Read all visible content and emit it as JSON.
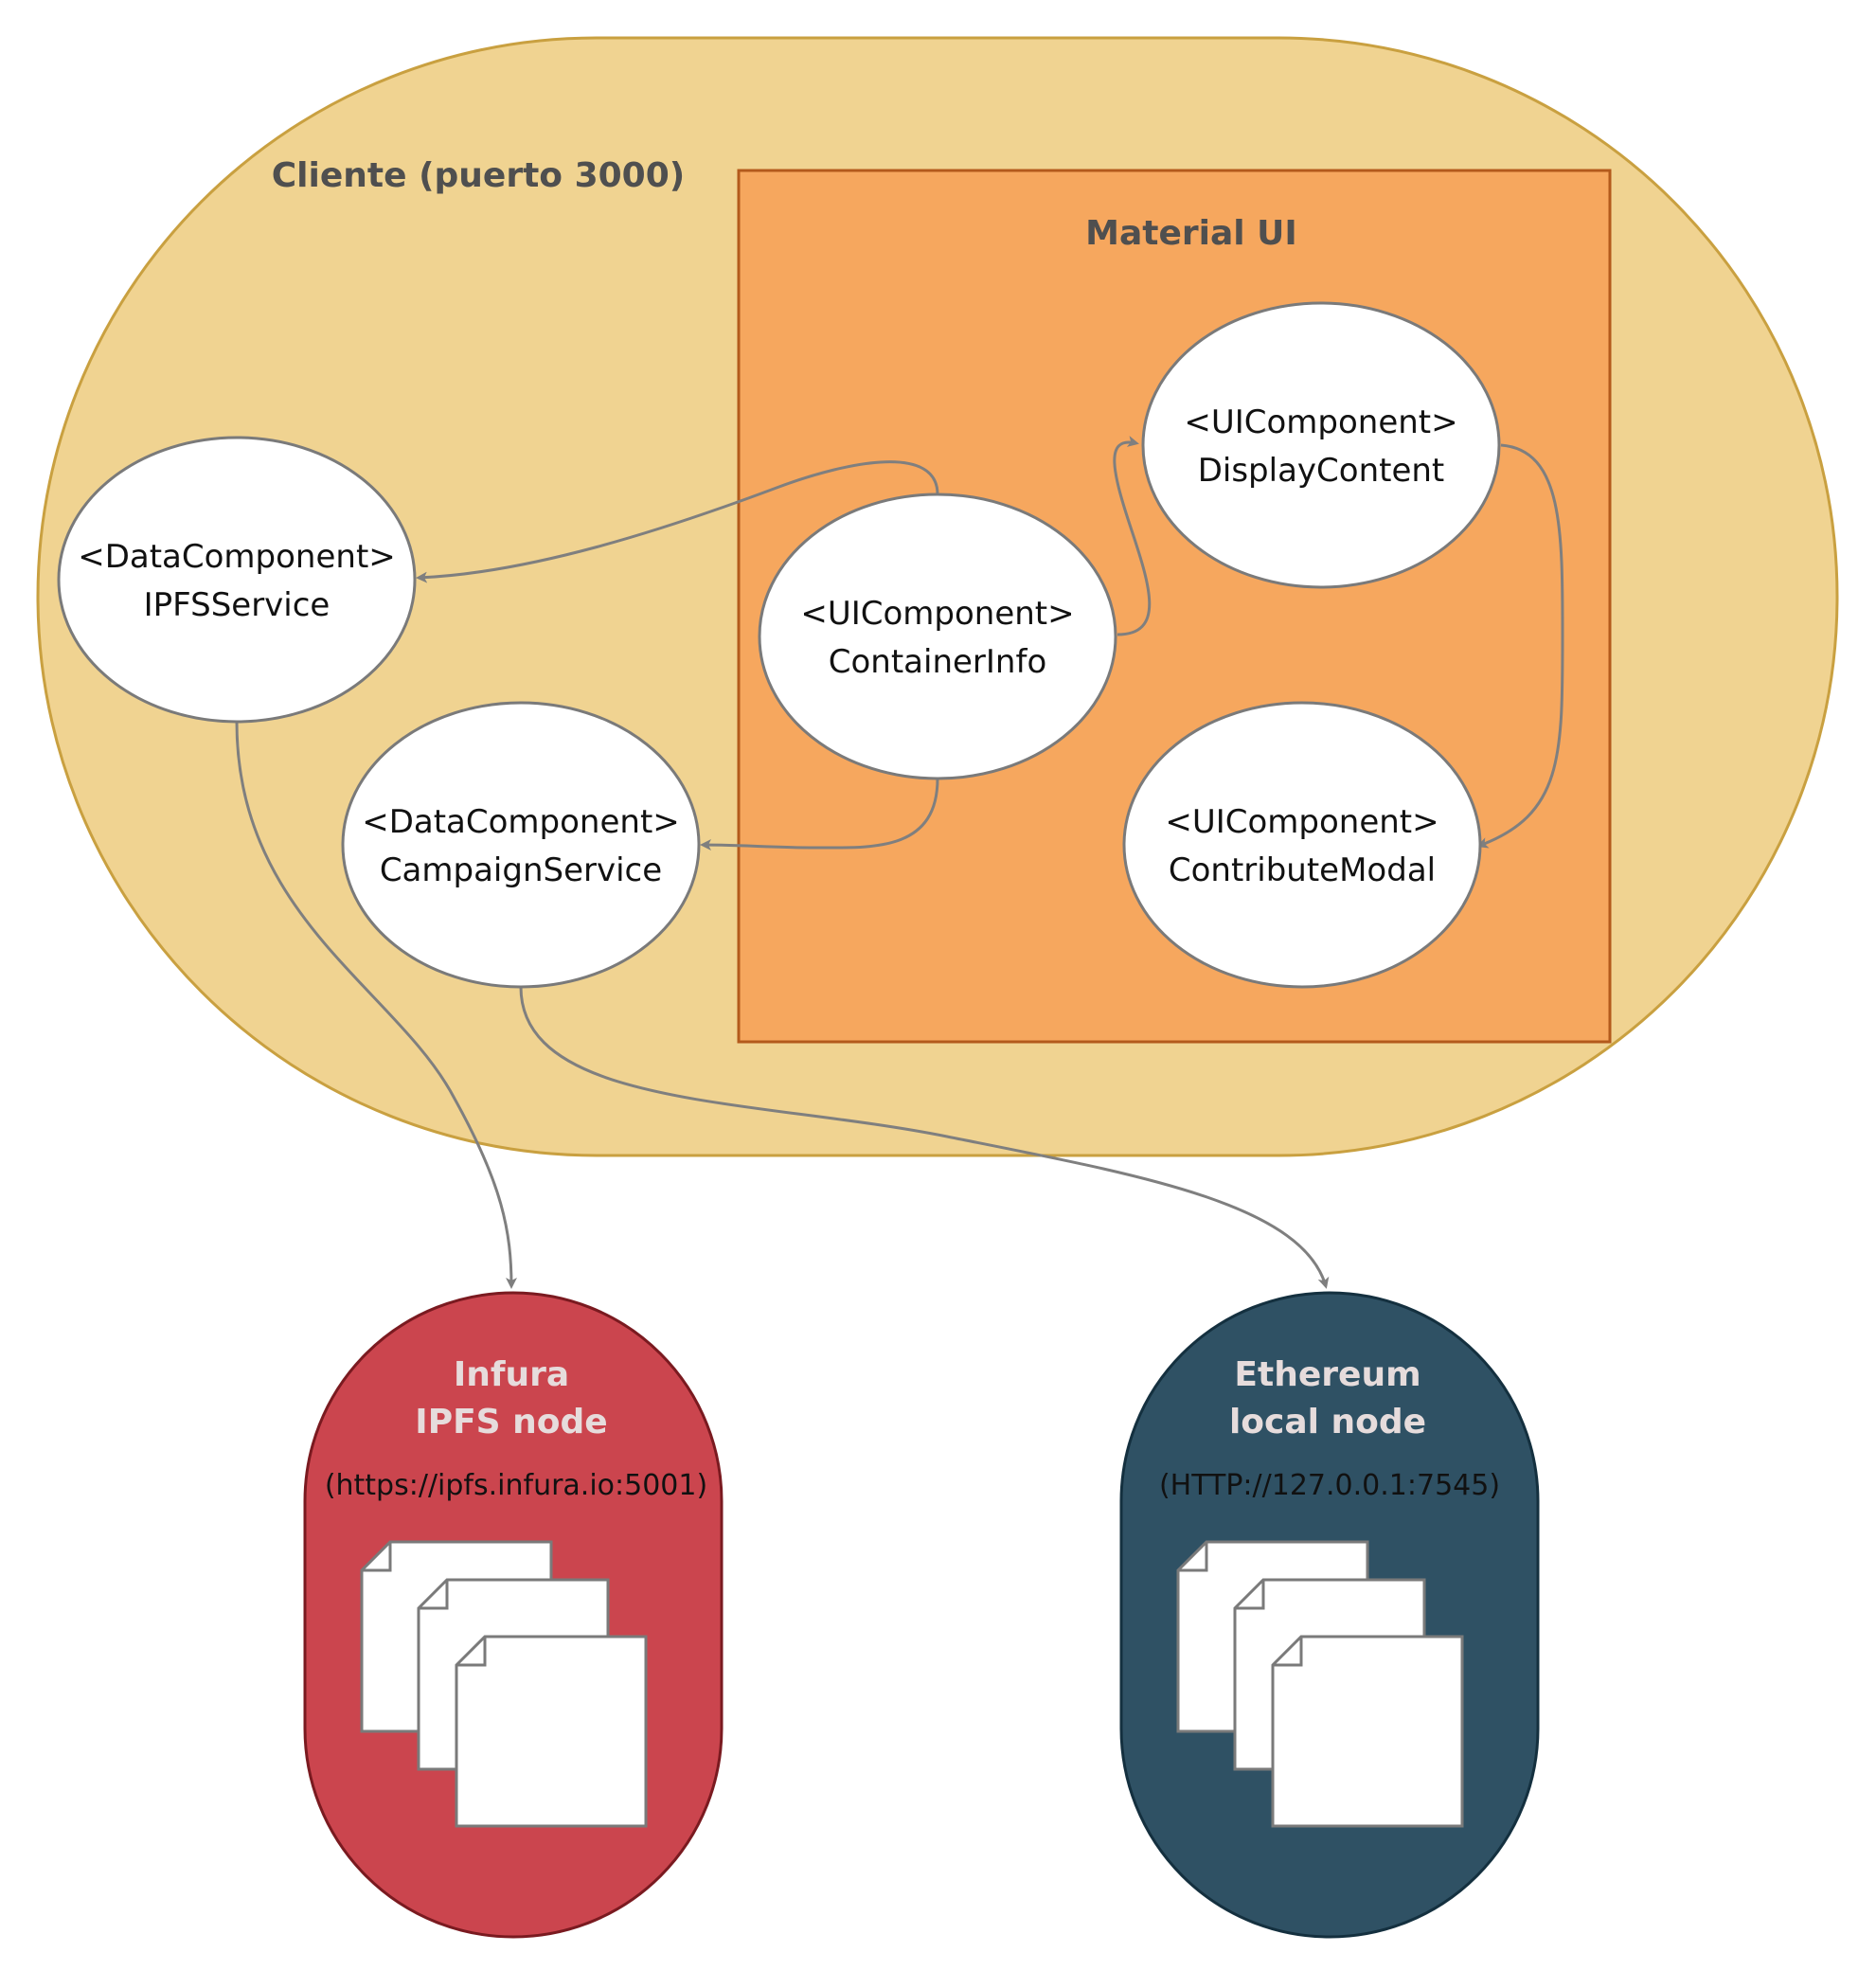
{
  "colors": {
    "client_fill": "#f0d391",
    "client_stroke": "#c9a040",
    "material_fill": "#f6a75e",
    "material_stroke": "#b35a1c",
    "node_fill": "#ffffff",
    "node_stroke": "#7a7a7a",
    "edge": "#7f7f7f",
    "title_dark": "#4f4f4f",
    "infura_fill": "#cb454e",
    "infura_stroke": "#7a1a20",
    "ethereum_fill": "#2f5164",
    "ethereum_stroke": "#14303f",
    "title_light": "#e6dcdc"
  },
  "client": {
    "title": "Cliente (puerto 3000)"
  },
  "material": {
    "title": "Material UI"
  },
  "components": {
    "ipfs_service": {
      "stereotype": "<DataComponent>",
      "name": "IPFSService"
    },
    "campaign_service": {
      "stereotype": "<DataComponent>",
      "name": "CampaignService"
    },
    "container_info": {
      "stereotype": "<UIComponent>",
      "name": "ContainerInfo"
    },
    "display_content": {
      "stereotype": "<UIComponent>",
      "name": "DisplayContent"
    },
    "contribute_modal": {
      "stereotype": "<UIComponent>",
      "name": "ContributeModal"
    }
  },
  "infura": {
    "title_line1": "Infura",
    "title_line2": "IPFS node",
    "url": "(https://ipfs.infura.io:5001)",
    "icon": "documents-stack-icon"
  },
  "ethereum": {
    "title_line1": "Ethereum",
    "title_line2": "local node",
    "url": "(HTTP://127.0.0.1:7545)",
    "icon": "documents-stack-icon"
  }
}
